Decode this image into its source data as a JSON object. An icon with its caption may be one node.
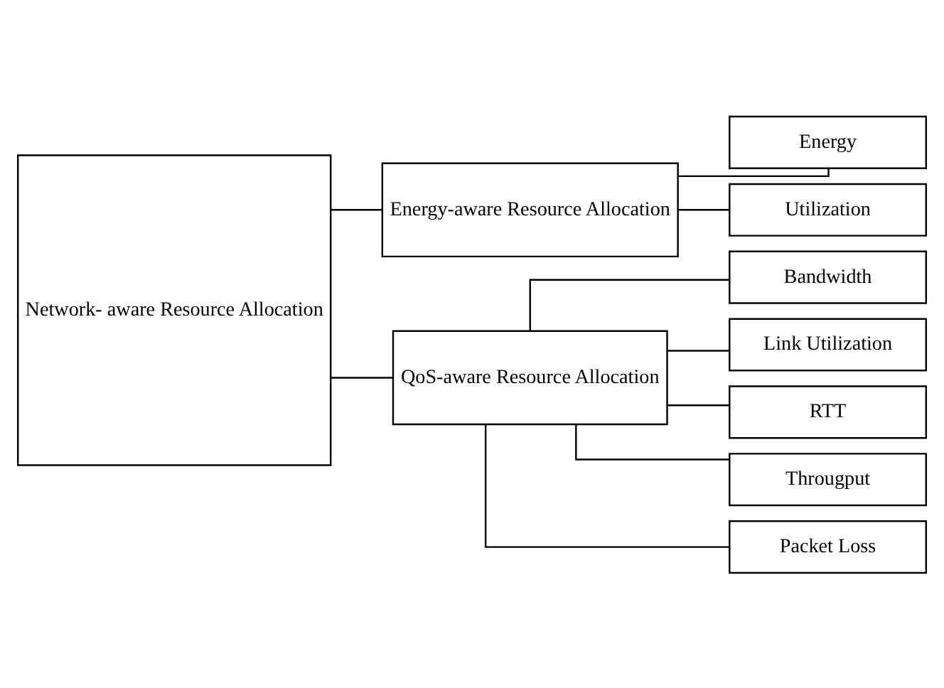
{
  "diagram": {
    "nodes": [
      {
        "text": [
          "Network- aware Resource Allocation"
        ]
      },
      {
        "text": [
          "Energy-aware Resource Allocation"
        ]
      },
      {
        "text": [
          "Energy"
        ]
      },
      {
        "text": [
          "Utilization"
        ]
      },
      {
        "text": [
          "QoS-aware Resource Allocation"
        ]
      },
      {
        "text": [
          "Bandwidth"
        ]
      },
      {
        "text": [
          "Link Utilization"
        ]
      },
      {
        "text": [
          "RTT"
        ]
      },
      {
        "text": [
          "Througput"
        ]
      },
      {
        "text": [
          "Packet Loss"
        ]
      }
    ],
    "edges": [
      {
        "from": 0,
        "to": 1,
        "arrow": "none"
      },
      {
        "from": 0,
        "to": 4,
        "arrow": "none"
      },
      {
        "from": 1,
        "to": 2,
        "arrow": "none"
      },
      {
        "from": 1,
        "to": 3,
        "arrow": "none"
      },
      {
        "from": 4,
        "to": 5,
        "arrow": "none"
      },
      {
        "from": 4,
        "to": 6,
        "arrow": "none"
      },
      {
        "from": 4,
        "to": 7,
        "arrow": "none"
      },
      {
        "from": 4,
        "to": 8,
        "arrow": "none"
      },
      {
        "from": 4,
        "to": 9,
        "arrow": "none"
      }
    ]
  }
}
